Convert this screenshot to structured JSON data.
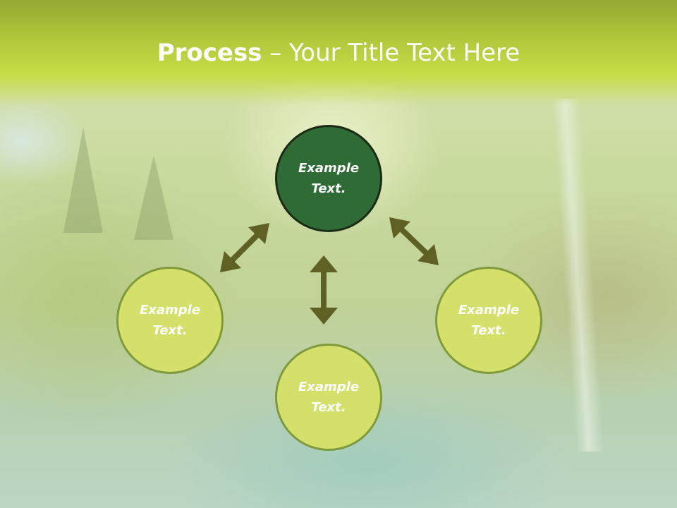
{
  "title": {
    "bold": "Process",
    "rest": " – Your Title Text Here"
  },
  "nodes": {
    "top": "Example\nText.",
    "left": "Example\nText.",
    "right": "Example\nText.",
    "bottom": "Example\nText."
  },
  "colors": {
    "header": "#b0c63a",
    "node_dark": "#2f6b35",
    "node_light": "#d5e06a",
    "arrow": "#5e6024"
  }
}
